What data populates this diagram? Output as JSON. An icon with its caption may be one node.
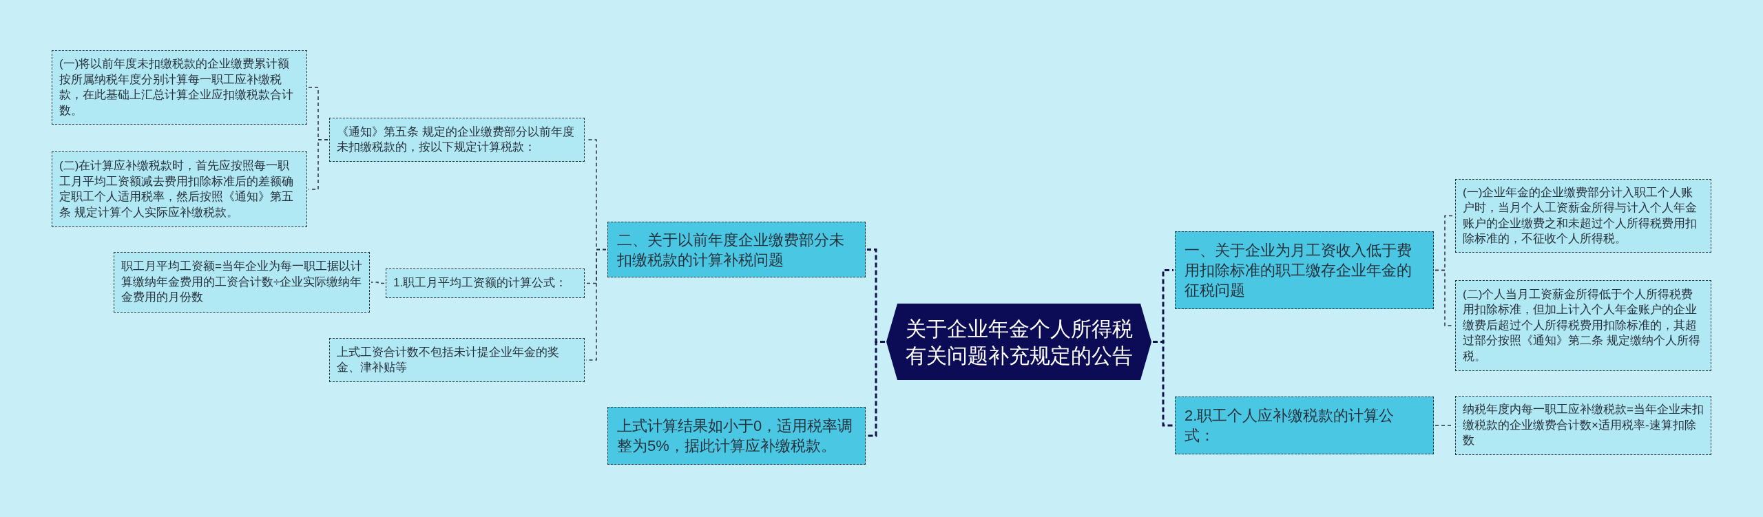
{
  "diagram": {
    "nodes": [
      {
        "text": [
          "关于企业年金个人所得税有关问题补充规定的公告"
        ]
      },
      {
        "text": [
          "二、关于以前年度企业缴费部分未扣缴税款的计算补税问题"
        ]
      },
      {
        "text": [
          "《通知》第五条 规定的企业缴费部分以前年度未扣缴税款的，按以下规定计算税款："
        ]
      },
      {
        "text": [
          "(一)将以前年度未扣缴税款的企业缴费累计额按所属纳税年度分别计算每一职工应补缴税款，在此基础上汇总计算企业应扣缴税款合计数。"
        ]
      },
      {
        "text": [
          "(二)在计算应补缴税款时，首先应按照每一职工月平均工资额减去费用扣除标准后的差额确定职工个人适用税率，然后按照《通知》第五条 规定计算个人实际应补缴税款。"
        ]
      },
      {
        "text": [
          "1.职工月平均工资额的计算公式："
        ]
      },
      {
        "text": [
          "职工月平均工资额=当年企业为每一职工据以计算缴纳年金费用的工资合计数÷企业实际缴纳年金费用的月份数"
        ]
      },
      {
        "text": [
          "上式工资合计数不包括未计提企业年金的奖金、津补贴等"
        ]
      },
      {
        "text": [
          "上式计算结果如小于0，适用税率调整为5%，据此计算应补缴税款。"
        ]
      },
      {
        "text": [
          "一、关于企业为月工资收入低于费用扣除标准的职工缴存企业年金的征税问题"
        ]
      },
      {
        "text": [
          "(一)企业年金的企业缴费部分计入职工个人账户时，当月个人工资薪金所得与计入个人年金账户的企业缴费之和未超过个人所得税费用扣除标准的，不征收个人所得税。"
        ]
      },
      {
        "text": [
          "(二)个人当月工资薪金所得低于个人所得税费用扣除标准，但加上计入个人年金账户的企业缴费后超过个人所得税费用扣除标准的，其超过部分按照《通知》第二条 规定缴纳个人所得税。"
        ]
      },
      {
        "text": [
          "2.职工个人应补缴税款的计算公式："
        ]
      },
      {
        "text": [
          "纳税年度内每一职工应补缴税款=当年企业未扣缴税款的企业缴费合计数×适用税率-速算扣除数"
        ]
      }
    ],
    "edges": [
      {
        "from": 0,
        "to": 1,
        "arrow": "none",
        "style": "dashed",
        "color": "#12124f"
      },
      {
        "from": 0,
        "to": 8,
        "arrow": "none",
        "style": "dashed",
        "color": "#12124f"
      },
      {
        "from": 0,
        "to": 9,
        "arrow": "none",
        "style": "dashed",
        "color": "#12124f"
      },
      {
        "from": 0,
        "to": 12,
        "arrow": "none",
        "style": "dashed",
        "color": "#12124f"
      },
      {
        "from": 1,
        "to": 2,
        "arrow": "none",
        "style": "dashed"
      },
      {
        "from": 1,
        "to": 5,
        "arrow": "none",
        "style": "dashed"
      },
      {
        "from": 1,
        "to": 7,
        "arrow": "none",
        "style": "dashed"
      },
      {
        "from": 2,
        "to": 3,
        "arrow": "none",
        "style": "dashed"
      },
      {
        "from": 2,
        "to": 4,
        "arrow": "none",
        "style": "dashed"
      },
      {
        "from": 5,
        "to": 6,
        "arrow": "none",
        "style": "dashed"
      },
      {
        "from": 9,
        "to": 10,
        "arrow": "none",
        "style": "dashed"
      },
      {
        "from": 9,
        "to": 11,
        "arrow": "none",
        "style": "dashed"
      },
      {
        "from": 12,
        "to": 13,
        "arrow": "none",
        "style": "dashed"
      }
    ]
  }
}
